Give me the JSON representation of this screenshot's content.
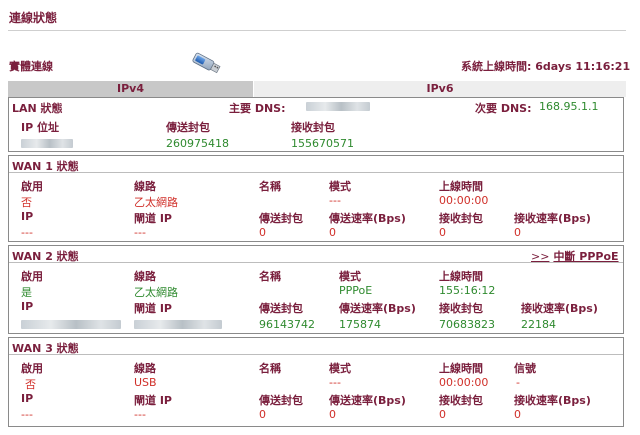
{
  "header": {
    "title": "連線狀態",
    "physical_label": "實體連線",
    "uptime_label": "系統上線時間: ",
    "uptime_value": "6days 11:16:21"
  },
  "tabs": [
    {
      "label": "IPv4",
      "active": true
    },
    {
      "label": "IPv6",
      "active": false
    }
  ],
  "lan": {
    "title": "LAN 狀態",
    "primary_dns_label": "主要 DNS:",
    "secondary_dns_label": "次要 DNS:",
    "secondary_dns_value": "168.95.1.1",
    "ip_label": "IP 位址",
    "tx_label": "傳送封包",
    "rx_label": "接收封包",
    "tx_value": "260975418",
    "rx_value": "155670571"
  },
  "wan1": {
    "title": "WAN 1 狀態",
    "h1": [
      "啟用",
      "線路",
      "名稱",
      "模式",
      "上線時間"
    ],
    "v1": [
      "否",
      "乙太網路",
      "",
      "---",
      "00:00:00"
    ],
    "h2": [
      "IP",
      "閘道 IP",
      "傳送封包",
      "傳送速率(Bps)",
      "接收封包",
      "接收速率(Bps)"
    ],
    "v2": [
      "---",
      "---",
      "0",
      "0",
      "0",
      "0"
    ]
  },
  "wan2": {
    "title": "WAN 2 狀態",
    "action_arrow": ">>",
    "action_label": "中斷 PPPoE",
    "h1": [
      "啟用",
      "線路",
      "名稱",
      "模式",
      "上線時間"
    ],
    "v1": [
      "是",
      "乙太網路",
      "",
      "PPPoE",
      "155:16:12"
    ],
    "h2": [
      "IP",
      "閘道 IP",
      "傳送封包",
      "傳送速率(Bps)",
      "接收封包",
      "接收速率(Bps)"
    ],
    "v2": [
      "",
      "",
      "96143742",
      "175874",
      "70683823",
      "22184"
    ]
  },
  "wan3": {
    "title": "WAN 3 狀態",
    "h1": [
      "啟用",
      "線路",
      "名稱",
      "模式",
      "上線時間",
      "信號"
    ],
    "v1": [
      "否",
      "USB",
      "",
      "---",
      "00:00:00",
      "-"
    ],
    "h2": [
      "IP",
      "閘道 IP",
      "傳送封包",
      "傳送速率(Bps)",
      "接收封包",
      "接收速率(Bps)"
    ],
    "v2": [
      "---",
      "---",
      "0",
      "0",
      "0",
      "0"
    ]
  },
  "colors": {
    "label": "#7a1f3d",
    "value_ok": "#2f8a2f",
    "value_off": "#d0302a",
    "tab_active": "#c8c8c8",
    "tab_inactive": "#eeeeee"
  },
  "icons": {
    "physical": "usb-drive-icon"
  }
}
